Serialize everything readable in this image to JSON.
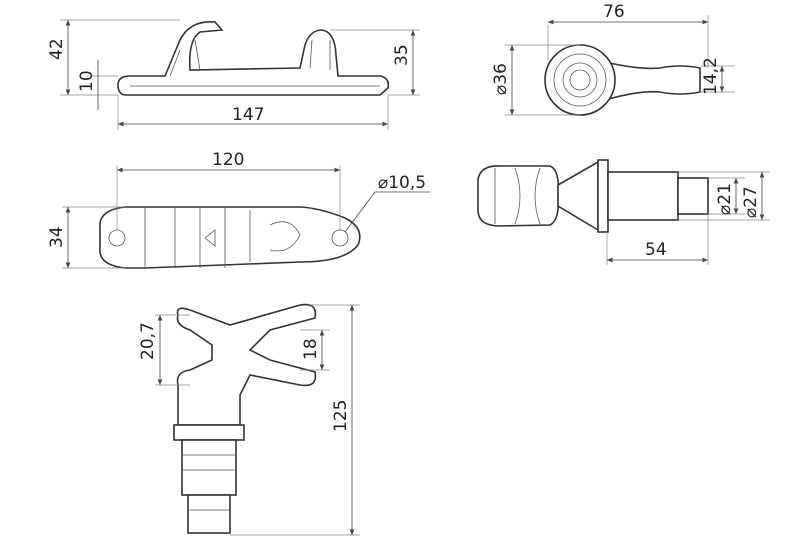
{
  "drawing": {
    "side_view": {
      "overall_height": "42",
      "base_thickness": "10",
      "horn_height": "35",
      "overall_length": "147"
    },
    "end_top_view": {
      "width": "76",
      "base_diameter": "⌀36",
      "arm_thickness": "14,2"
    },
    "plan_view": {
      "hole_spacing": "120",
      "hole_diameter": "⌀10,5",
      "width": "34"
    },
    "stem_view": {
      "stem_diameter_small": "⌀21",
      "stem_diameter_large": "⌀27",
      "stem_length": "54"
    },
    "front_view": {
      "jaw_opening": "20,7",
      "jaw_depth": "18",
      "overall_height": "125"
    }
  }
}
